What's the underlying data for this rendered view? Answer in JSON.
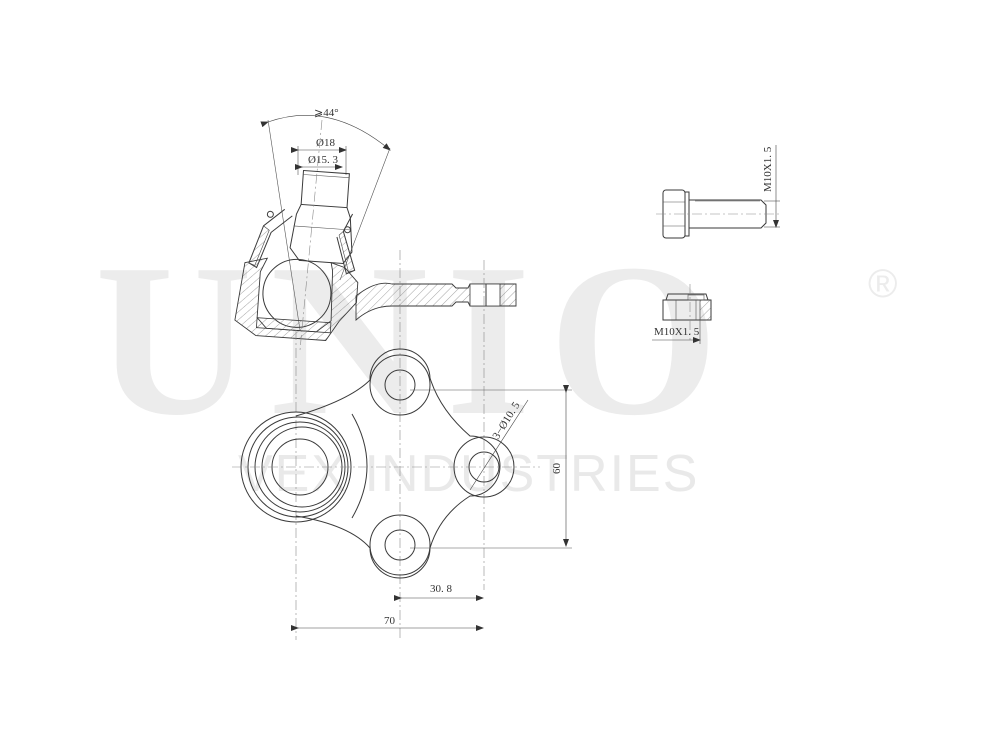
{
  "watermark": {
    "brand": "UNIO",
    "registered_mark": "®",
    "subtitle": "VEX INDUSTRIES"
  },
  "drawing": {
    "title": "Ball Joint technical drawing",
    "views": [
      "section-view",
      "top-view",
      "bolt-view",
      "nut-view"
    ],
    "dimensions": {
      "angle": "≥44°",
      "stud_diameter_outer": "Ø18",
      "stud_diameter_inner": "Ø15.3",
      "holes": "3-Ø10.5",
      "hole_spacing_vertical": "60",
      "hole_offset_horizontal": "30.8",
      "overall_width": "70",
      "bolt_thread": "M10X1.5",
      "nut_thread": "M10X1.5"
    },
    "labels": {
      "angle": "⩾44°",
      "d18": "Ø18",
      "d153": "Ø15. 3",
      "holes": "3−Ø10. 5",
      "v60": "60",
      "h308": "30. 8",
      "w70": "70",
      "bolt": "M10X1. 5",
      "nut": "M10X1. 5"
    }
  }
}
